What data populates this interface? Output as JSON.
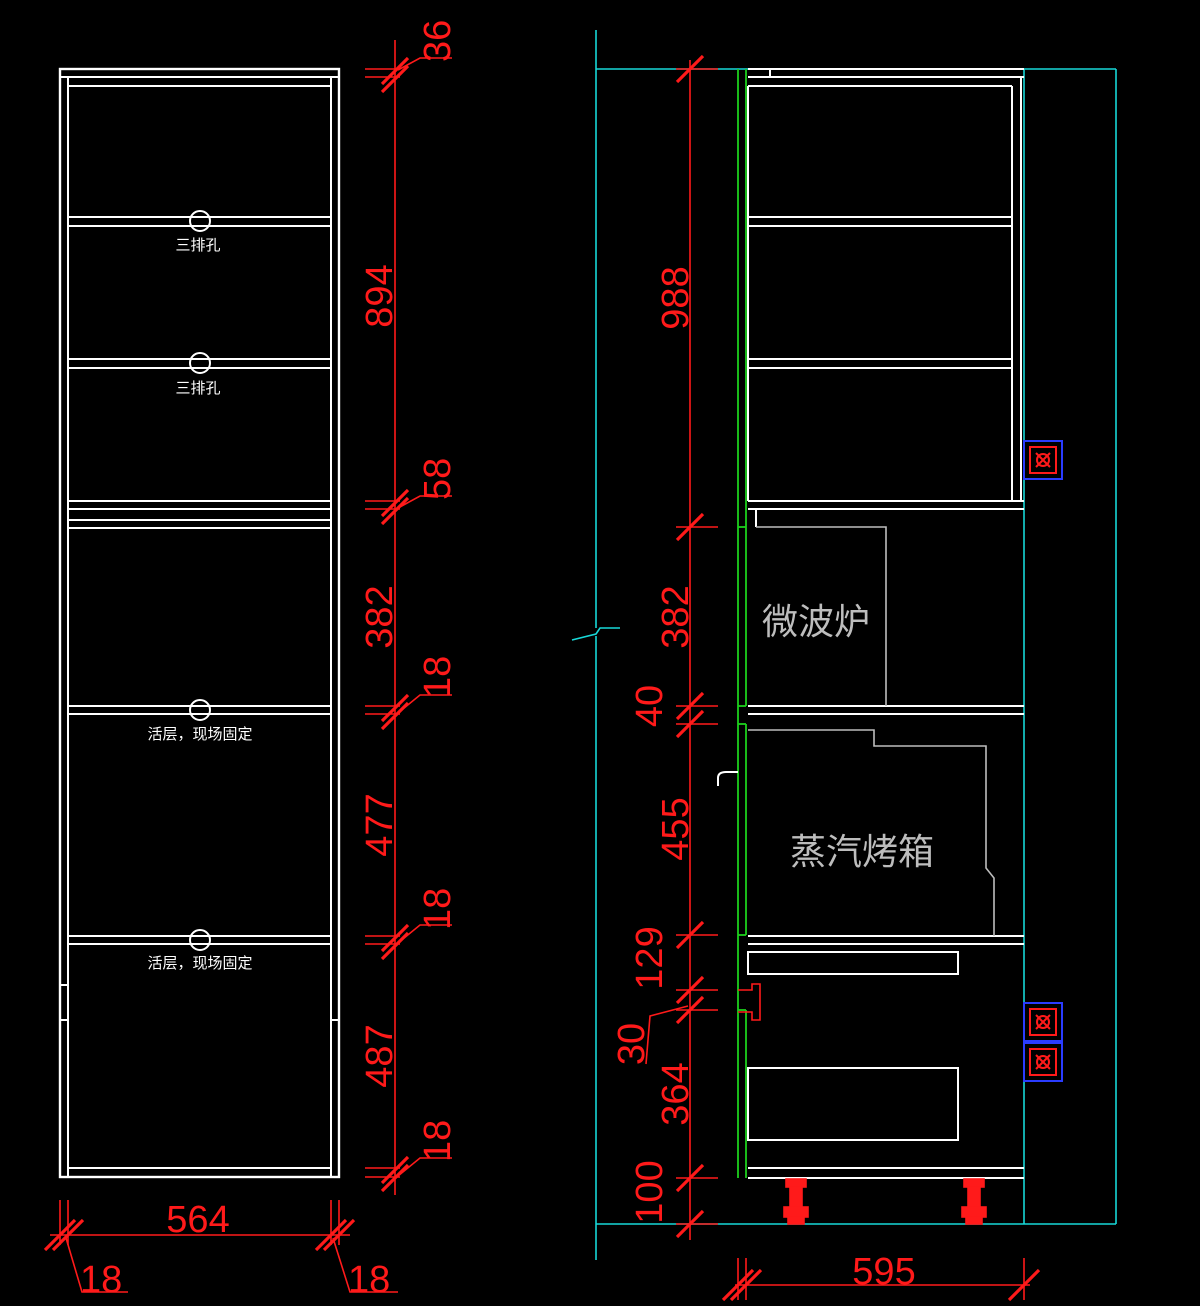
{
  "front_view": {
    "vertical_dims": [
      "36",
      "894",
      "58",
      "382",
      "18",
      "477",
      "18",
      "487",
      "18"
    ],
    "width_dim": "564",
    "side_dims": [
      "18",
      "18"
    ],
    "notes": [
      "三排孔",
      "三排孔",
      "活层，现场固定",
      "活层，现场固定"
    ]
  },
  "side_view": {
    "vertical_dims": [
      "988",
      "382",
      "40",
      "455",
      "129",
      "30",
      "364",
      "100"
    ],
    "depth_dim": "595",
    "appliances": [
      "微波炉",
      "蒸汽烤箱"
    ]
  },
  "colors": {
    "dimension": "#ff1a1a",
    "outline": "#ffffff",
    "wall": "#17d8d8",
    "door": "#1ccf1c",
    "socket": "#2a3cff"
  }
}
